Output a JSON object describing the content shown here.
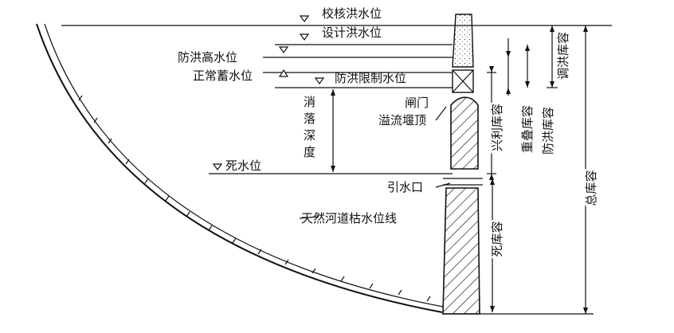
{
  "levels": {
    "check_flood": "校核洪水位",
    "design_flood": "设计洪水位",
    "flood_high": "防洪高水位",
    "normal_storage": "正常蓄水位",
    "flood_limit": "防洪限制水位",
    "dead": "死水位"
  },
  "structure": {
    "gate": "闸门",
    "spillway_crest": "溢流堰顶",
    "intake": "引水口",
    "natural_river": "天然河道枯水位线",
    "drawdown_depth": "消落深度"
  },
  "capacities": {
    "flood_regulating": "调洪库容",
    "overlapping": "重叠库容",
    "flood_control": "防洪库容",
    "beneficial": "兴利库容",
    "dead": "死库容",
    "total": "总库容"
  }
}
